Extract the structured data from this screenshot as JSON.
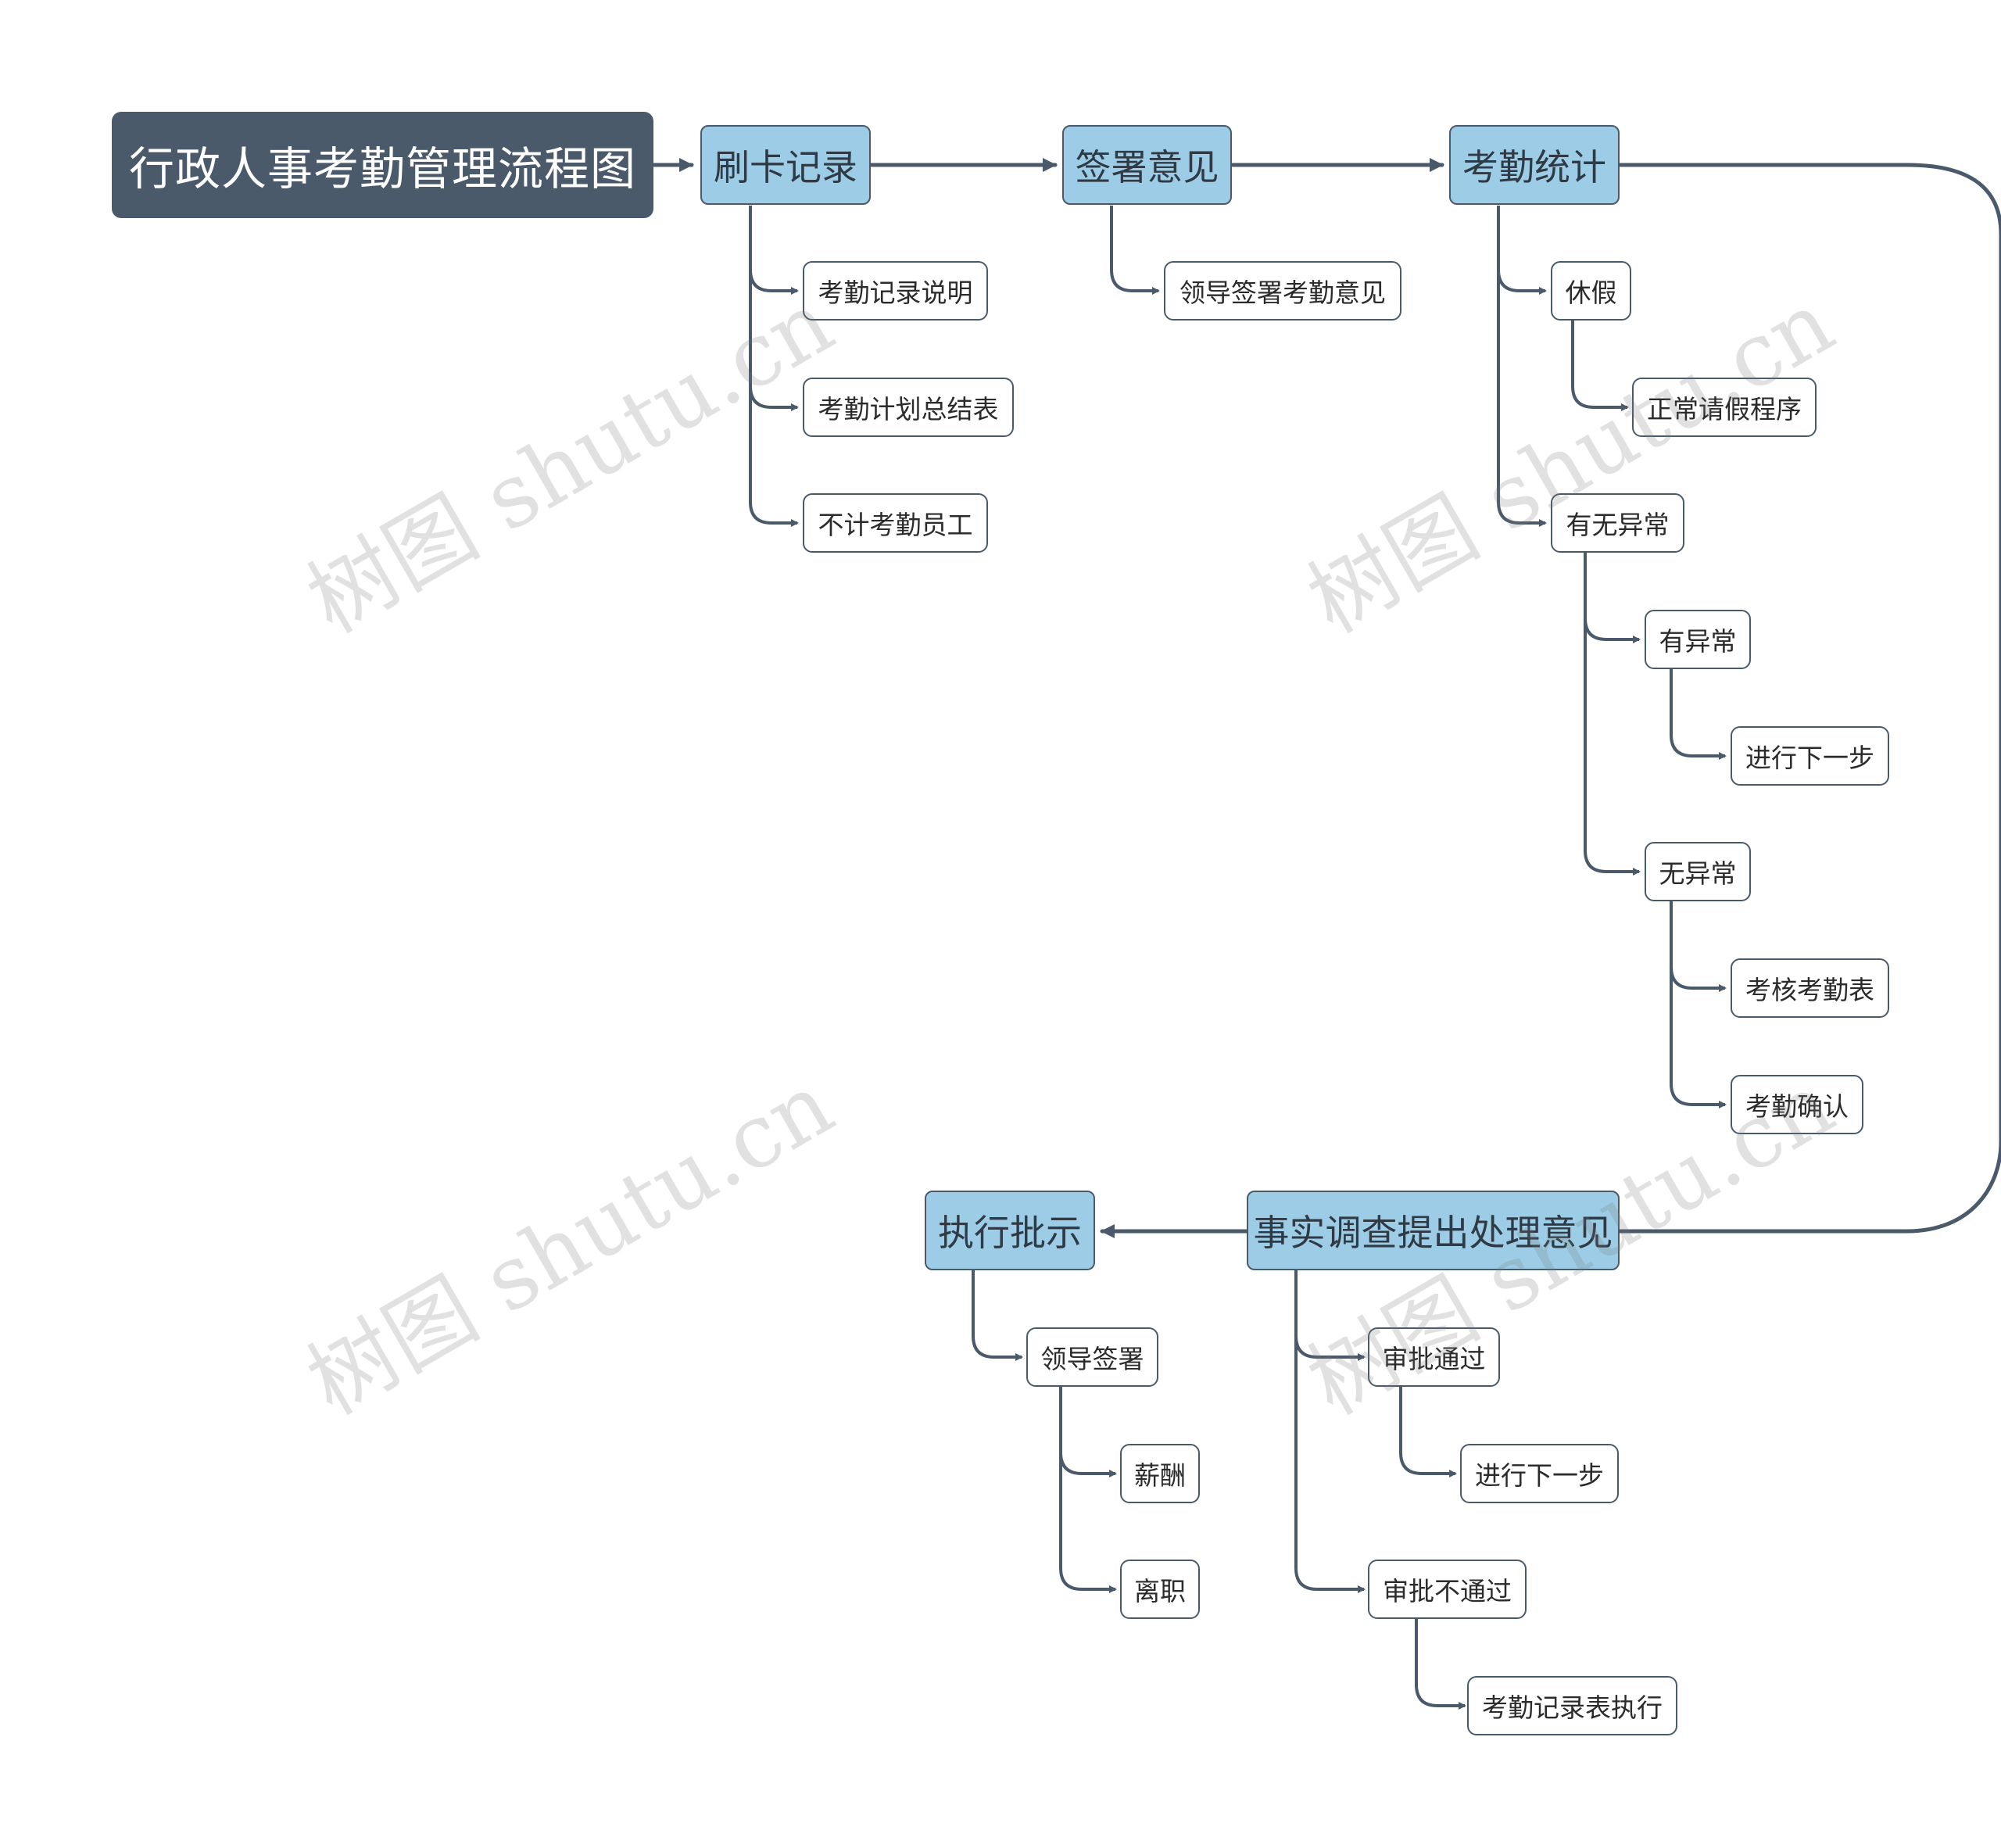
{
  "title": "行政人事考勤管理流程图",
  "watermark": "树图 shutu.cn",
  "colors": {
    "root_fill": "#4b5a6a",
    "main_fill": "#9dcde6",
    "line": "#4b5a6a",
    "leaf_fill": "#ffffff"
  },
  "nodes": {
    "root": "行政人事考勤管理流程图",
    "swipe": "刷卡记录",
    "swipe_c1": "考勤记录说明",
    "swipe_c2": "考勤计划总结表",
    "swipe_c3": "不计考勤员工",
    "sign": "签署意见",
    "sign_c1": "领导签署考勤意见",
    "stat": "考勤统计",
    "leave": "休假",
    "leave_c1": "正常请假程序",
    "abn": "有无异常",
    "abn_yes": "有异常",
    "abn_yes_c1": "进行下一步",
    "abn_no": "无异常",
    "abn_no_c1": "考核考勤表",
    "abn_no_c2": "考勤确认",
    "fact": "事实调查提出处理意见",
    "approve": "审批通过",
    "approve_c1": "进行下一步",
    "reject": "审批不通过",
    "reject_c1": "考勤记录表执行",
    "exec": "执行批示",
    "lead": "领导签署",
    "lead_c1": "薪酬",
    "lead_c2": "离职"
  }
}
